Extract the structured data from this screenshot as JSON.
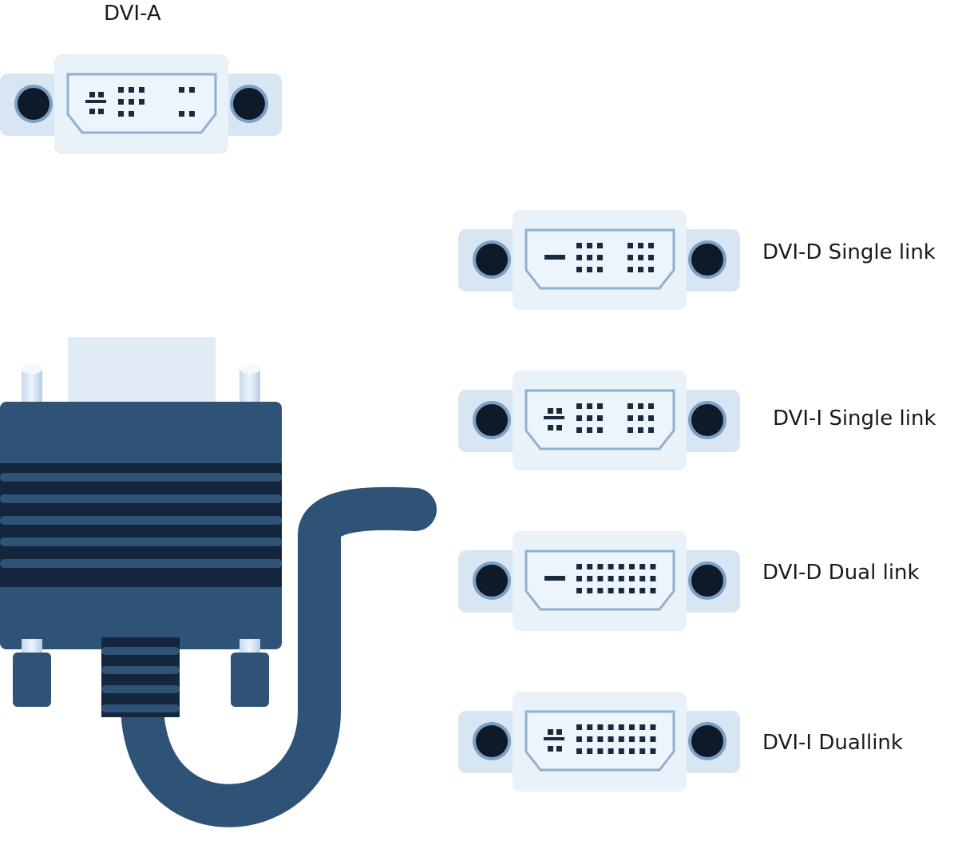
{
  "connectors": [
    {
      "id": "dvi-a",
      "label": "DVI-A",
      "type": "analog"
    },
    {
      "id": "dvi-d-single",
      "label": "DVI-D Single link",
      "type": "digital-single"
    },
    {
      "id": "dvi-i-single",
      "label": "DVI-I Single link",
      "type": "integrated-single"
    },
    {
      "id": "dvi-d-dual",
      "label": "DVI-D Dual link",
      "type": "digital-dual"
    },
    {
      "id": "dvi-i-dual",
      "label": "DVI-I Duallink",
      "type": "integrated-dual"
    }
  ],
  "colors": {
    "shell": "#d8e5f2",
    "shell_light": "#e9f1f9",
    "face": "#eef4fb",
    "face_border": "#8fb0d3",
    "pin": "#1a2a3d",
    "screw_ring": "#7d9fc4",
    "screw": "#0e1a2a",
    "cable": "#2e5377",
    "cable_dark": "#0f2238"
  }
}
